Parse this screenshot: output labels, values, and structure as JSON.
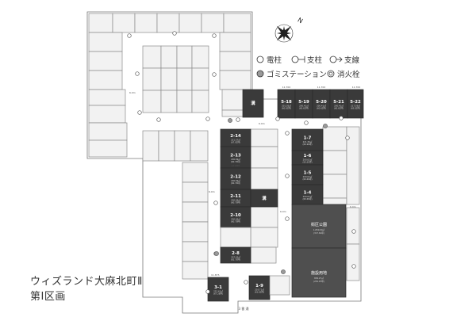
{
  "title": {
    "line1": "ウィズランド大麻北町Ⅱ",
    "line2": "第Ⅰ区画"
  },
  "legend": {
    "pole": "電柱",
    "support_pole": "支柱",
    "support_wire": "支線",
    "garbage_station": "ゴミステーション",
    "hydrant": "消火栓"
  },
  "compass_label": "N",
  "road_label": "3 番 通",
  "facilities": {
    "park": {
      "name": "街区公園",
      "area": "1,050.00㎡",
      "area2": "(317.62坪)"
    },
    "facility": {
      "name": "施設用地",
      "area": "836.27㎡",
      "area2": "(252.97坪)"
    },
    "drain1": "溝",
    "drain2": "溝"
  },
  "lots": [
    {
      "id": "5-18",
      "area": "201.05㎡",
      "tsubo": "(60.81坪)"
    },
    {
      "id": "5-19",
      "area": "200.41㎡",
      "tsubo": "(60.62坪)"
    },
    {
      "id": "5-20",
      "area": "200.41㎡",
      "tsubo": "(60.62坪)"
    },
    {
      "id": "5-21",
      "area": "200.41㎡",
      "tsubo": "(60.62坪)"
    },
    {
      "id": "5-22",
      "area": "217.59㎡",
      "tsubo": "(65.82坪)"
    },
    {
      "id": "2-14",
      "area": "221.57㎡",
      "tsubo": "(67.02坪)"
    },
    {
      "id": "2-13",
      "area": "200.69㎡",
      "tsubo": "(60.70坪)"
    },
    {
      "id": "2-12",
      "area": "200.69㎡",
      "tsubo": "(60.70坪)"
    },
    {
      "id": "2-11",
      "area": "200.69㎡",
      "tsubo": "(60.70坪)"
    },
    {
      "id": "2-10",
      "area": "200.69㎡",
      "tsubo": "(60.70坪)"
    },
    {
      "id": "2-8",
      "area": "207.45㎡",
      "tsubo": "(62.75坪)"
    },
    {
      "id": "1-7",
      "area": "221.36㎡",
      "tsubo": "(66.96坪)"
    },
    {
      "id": "1-6",
      "area": "200.62㎡",
      "tsubo": "(60.68坪)"
    },
    {
      "id": "1-5",
      "area": "200.62㎡",
      "tsubo": "(60.68坪)"
    },
    {
      "id": "1-4",
      "area": "200.62㎡",
      "tsubo": "(60.68坪)"
    },
    {
      "id": "3-1",
      "area": "222.42㎡",
      "tsubo": "(67.28坪)"
    },
    {
      "id": "1-9",
      "area": "203.71㎡",
      "tsubo": "(61.62坪)"
    }
  ],
  "dimensions": {
    "lot_width": "11.700",
    "lot_depth": "17.000",
    "road_a": "6.0m",
    "road_b": "6.0m",
    "road_c": "6.0m",
    "road_d": "6.0m",
    "road_e": "6.0m",
    "corner": "11.875"
  }
}
